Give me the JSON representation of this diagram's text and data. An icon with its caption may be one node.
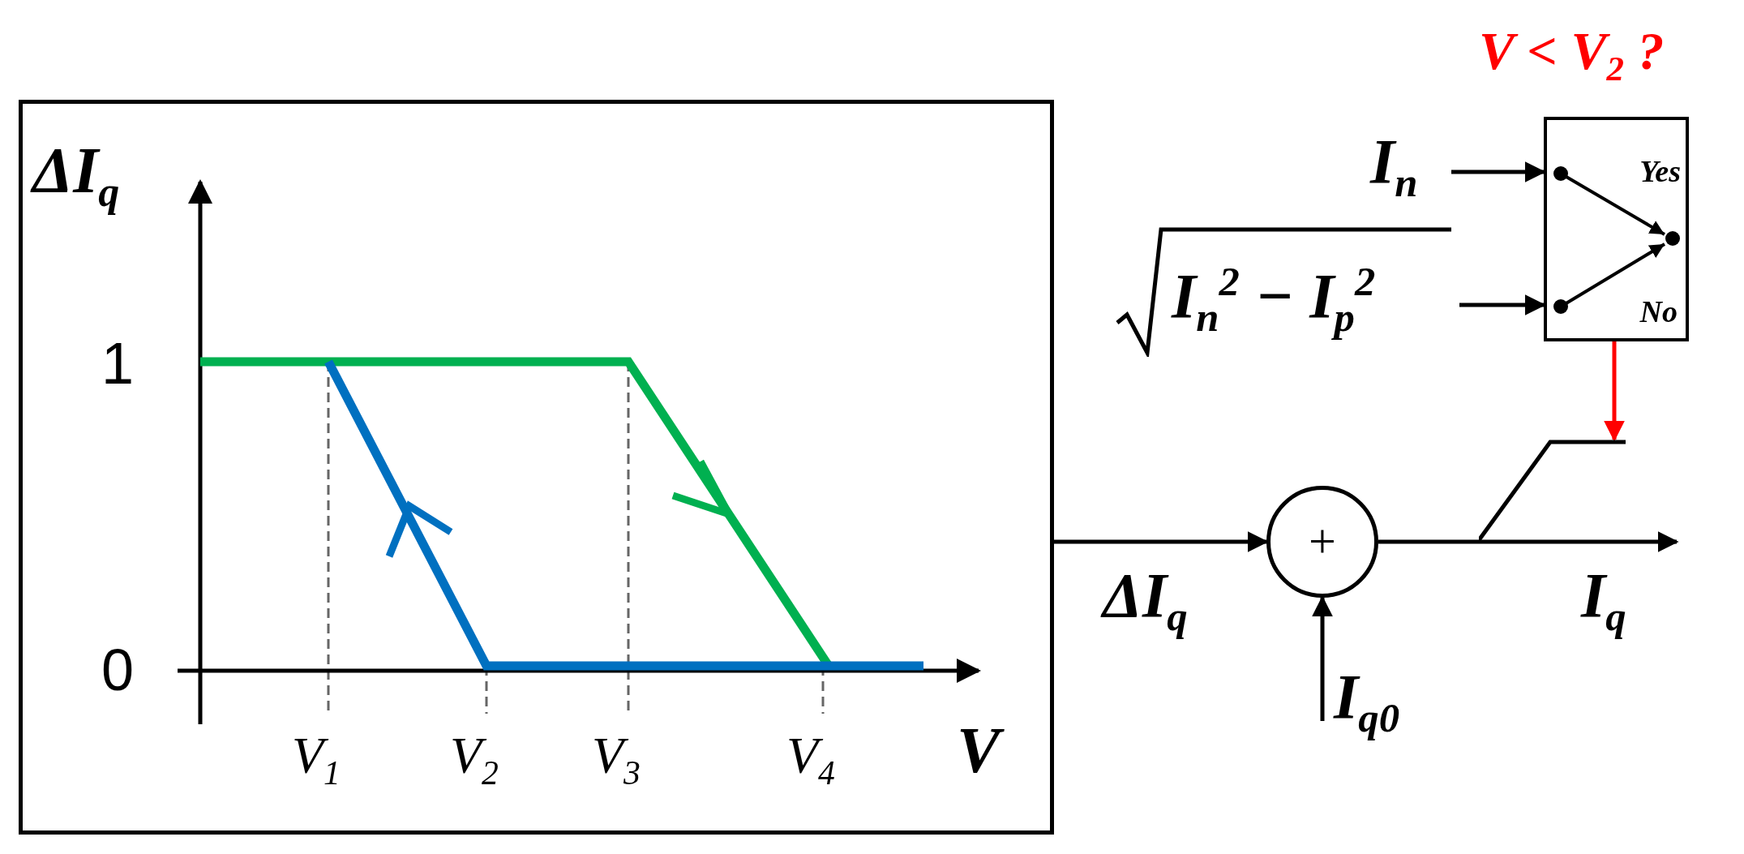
{
  "diagram": {
    "nodes": [
      {
        "text": [],
        "shape": "box"
      },
      {
        "text": [
          "+"
        ]
      },
      {
        "text": [
          "I$_{q0}$"
        ]
      },
      {
        "text": [
          "V < V$_{2}$ ?",
          "Yes",
          "No"
        ]
      },
      {
        "text": [
          "I$_{n}$"
        ]
      },
      {
        "text": [
          "I$_{n}$$^{2}$ − I$_{p}$$^{2}$"
        ]
      },
      {
        "text": [],
        "shape": "limiter"
      }
    ],
    "edges": [
      {
        "from": 0,
        "to": 1,
        "arrow": "to",
        "label": "ΔI$_{q}$"
      },
      {
        "from": 2,
        "to": 1,
        "arrow": "to"
      },
      {
        "from": 4,
        "to": 3,
        "arrow": "to"
      },
      {
        "from": 5,
        "to": 3,
        "arrow": "to"
      },
      {
        "from": 3,
        "to": 6,
        "arrow": "to",
        "color": "#ff0000"
      },
      {
        "from": 1,
        "to": null,
        "arrow": "to",
        "label": "I$_{q}$"
      }
    ],
    "labels": [
      "ΔI$_{q}$",
      "1",
      "0",
      "V$_{1}$",
      "V$_{2}$",
      "V$_{3}$",
      "V$_{4}$",
      "V"
    ]
  }
}
